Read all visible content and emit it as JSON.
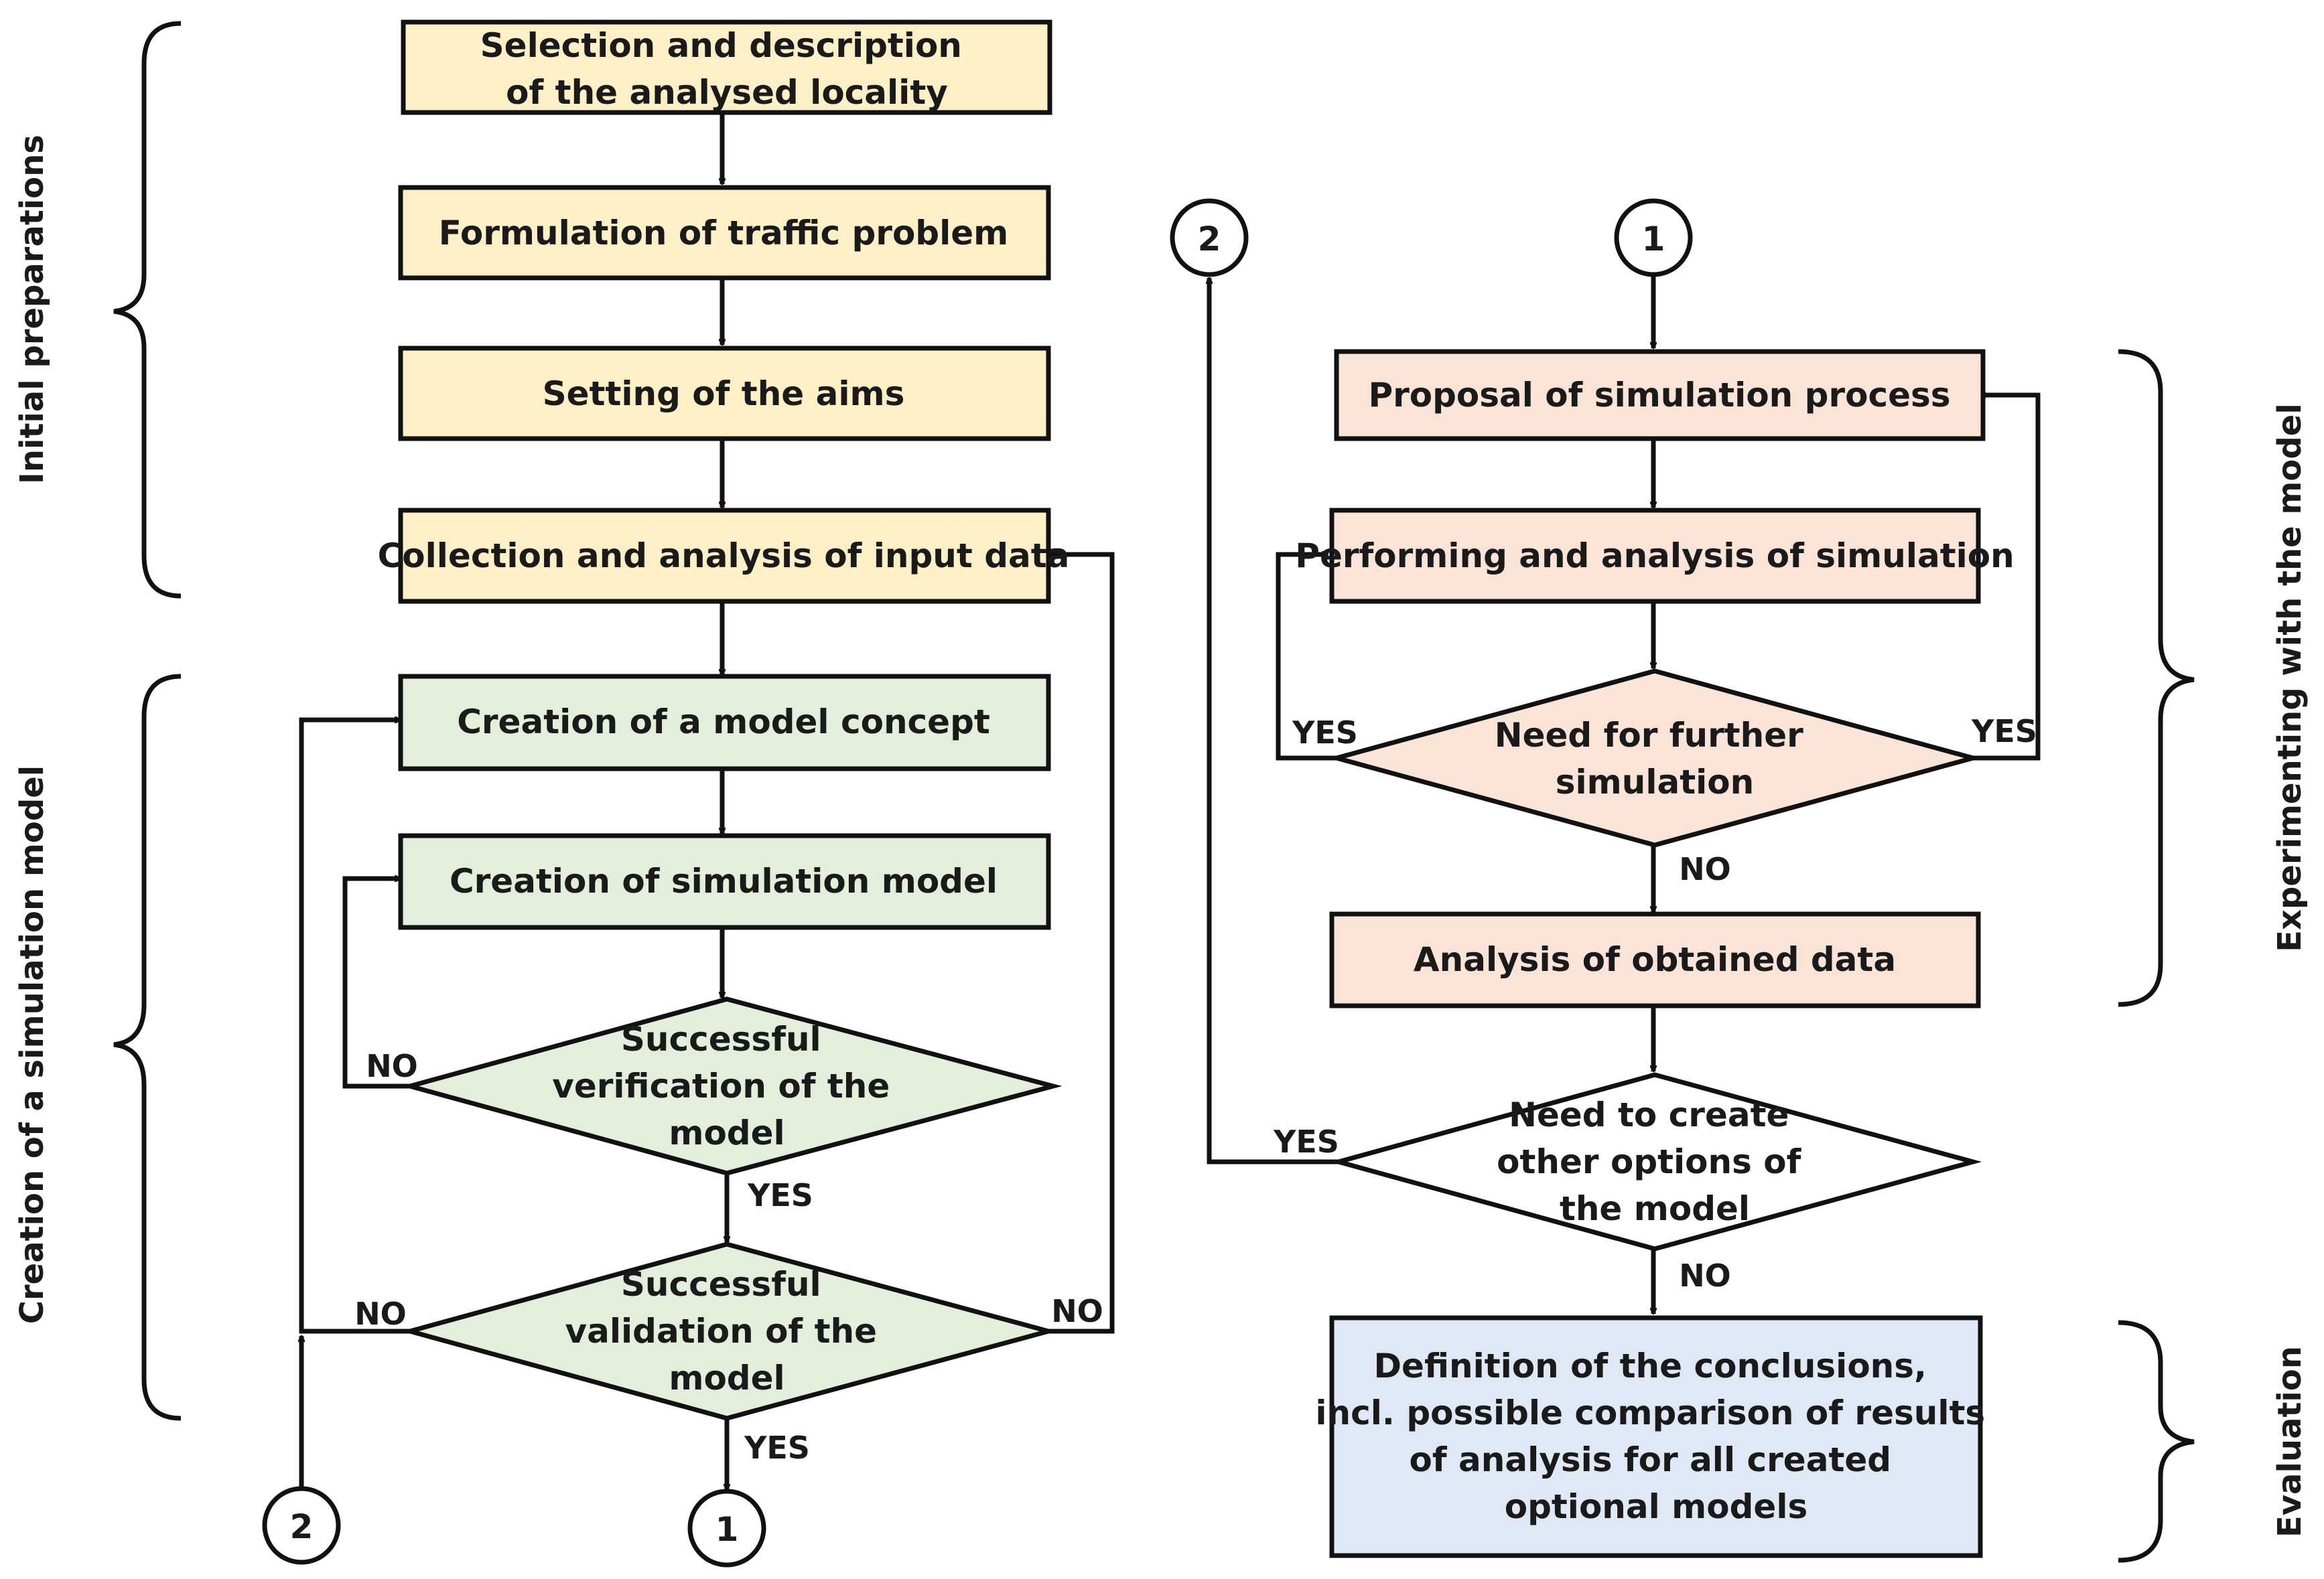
{
  "colors": {
    "initial_fill": "#fdf0c7",
    "model_fill": "#e3efdb",
    "experiment_fill": "#fae3d7",
    "evaluation_fill": "#dfe9f5",
    "white_fill": "#ffffff",
    "stroke": "#111111"
  },
  "stages": {
    "initial": "Initial preparations",
    "creation": "Creation of a simulation model",
    "experimenting": "Experimenting with the model",
    "evaluation": "Evaluation"
  },
  "nodes": {
    "selection": [
      "Selection and description",
      "of the analysed locality"
    ],
    "formulation": [
      "Formulation of traffic problem"
    ],
    "aims": [
      "Setting of the aims"
    ],
    "collection": [
      "Collection and analysis of input data"
    ],
    "concept": [
      "Creation of a model concept"
    ],
    "sim_model": [
      "Creation of simulation model"
    ],
    "verification": [
      "Successful",
      "verification of the",
      "model"
    ],
    "validation": [
      "Successful",
      "validation of the",
      "model"
    ],
    "proposal": [
      "Proposal of simulation process"
    ],
    "performing": [
      "Performing and analysis of simulation"
    ],
    "further": [
      "Need for further",
      "simulation"
    ],
    "analysis": [
      "Analysis of obtained data"
    ],
    "other_options": [
      "Need to create",
      "other options of",
      "the model"
    ],
    "conclusions": [
      "Definition of the conclusions,",
      "incl. possible comparison of results",
      "of analysis for all created",
      "optional models"
    ]
  },
  "connectors": {
    "one": "1",
    "two": "2"
  },
  "labels": {
    "verification_no": "NO",
    "verification_yes": "YES",
    "validation_no_left": "NO",
    "validation_no_right": "NO",
    "validation_yes": "YES",
    "further_yes_left": "YES",
    "further_yes_right": "YES",
    "further_no": "NO",
    "options_yes": "YES",
    "options_no": "NO"
  }
}
